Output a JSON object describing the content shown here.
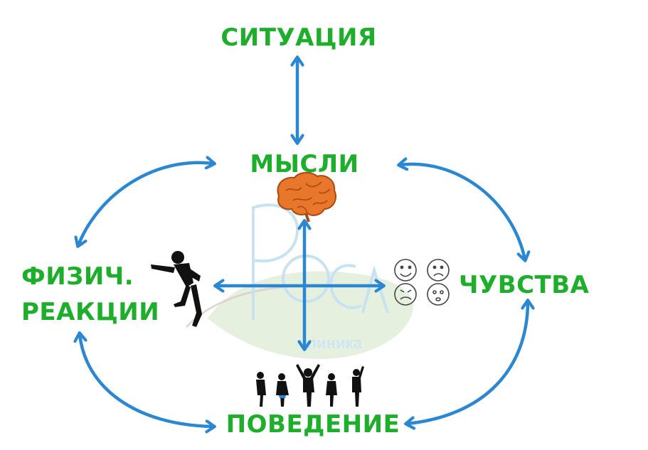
{
  "diagram": {
    "nodes": {
      "situation": "СИТУАЦИЯ",
      "thoughts": "МЫСЛИ",
      "physical_line1": "ФИЗИЧ.",
      "physical_line2": "РЕАКЦИИ",
      "feelings": "ЧУВСТВА",
      "behavior": "ПОВЕДЕНИЕ"
    },
    "watermark": {
      "logo_text": "Роса",
      "caption": "клиника"
    },
    "colors": {
      "label_green": "#1fae2c",
      "arrow_blue": "#2b87d1",
      "brain_orange": "#e8762b",
      "watermark_leaf": "#e3eedb",
      "watermark_text": "#cfe6f2"
    },
    "icons": [
      "brain-icon",
      "running-man-icon",
      "emotion-faces-icon",
      "people-group-icon"
    ]
  }
}
